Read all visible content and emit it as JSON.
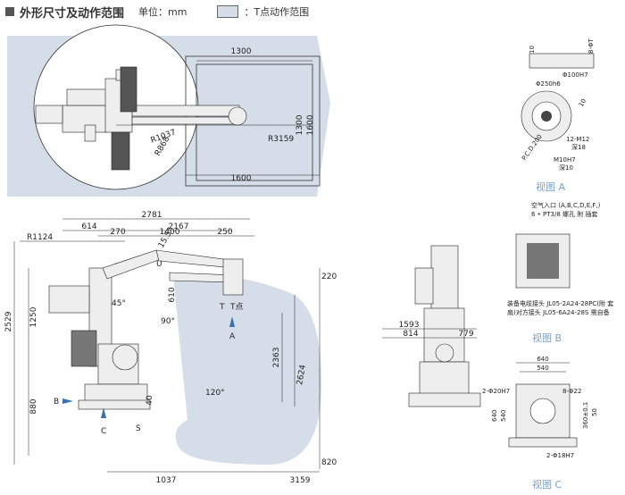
{
  "header": {
    "title": "外形尺寸及动作范围",
    "unit_label": "单位：mm",
    "legend_label": "：T点动作范围"
  },
  "top_view": {
    "dims": [
      "1300",
      "1300",
      "1600",
      "1600",
      "R3159",
      "R1037",
      "R868"
    ]
  },
  "side_view": {
    "dims": [
      "2781",
      "614",
      "2167",
      "R1124",
      "270",
      "1400",
      "250",
      "15.5°",
      "1250",
      "2529",
      "880",
      "40",
      "45°",
      "90°",
      "120°",
      "2363",
      "2624",
      "220",
      "820",
      "1037",
      "3159",
      "610",
      "T点"
    ],
    "arrows": [
      "A",
      "B",
      "C",
      "U",
      "S",
      "T"
    ]
  },
  "view_a": {
    "label": "视图 A",
    "dims": [
      "10",
      "8-ΦT",
      "Φ100H7",
      "Φ250h6",
      "10",
      "12-M12",
      "深18",
      "M10H7",
      "深10",
      "P.C.D.200"
    ]
  },
  "view_b": {
    "label": "视图 B",
    "note_top": "空气入口 (A,B,C,D,E,F,)",
    "note_top2": "6 • PT3/8 螺孔 附 插套",
    "note_bottom1": "装备电缆接头 JL05-2A24-28PC(附 套",
    "note_bottom2": "扇)对方接头 JL05-6A24-28S 需自备"
  },
  "view_c": {
    "label": "视图 C",
    "dims": [
      "640",
      "540",
      "2-Φ20H7",
      "8-Φ22",
      "640",
      "540",
      "360±0.1",
      "2-Φ18H7",
      "50"
    ]
  },
  "front_view": {
    "dims": [
      "1593",
      "814",
      "779"
    ]
  }
}
